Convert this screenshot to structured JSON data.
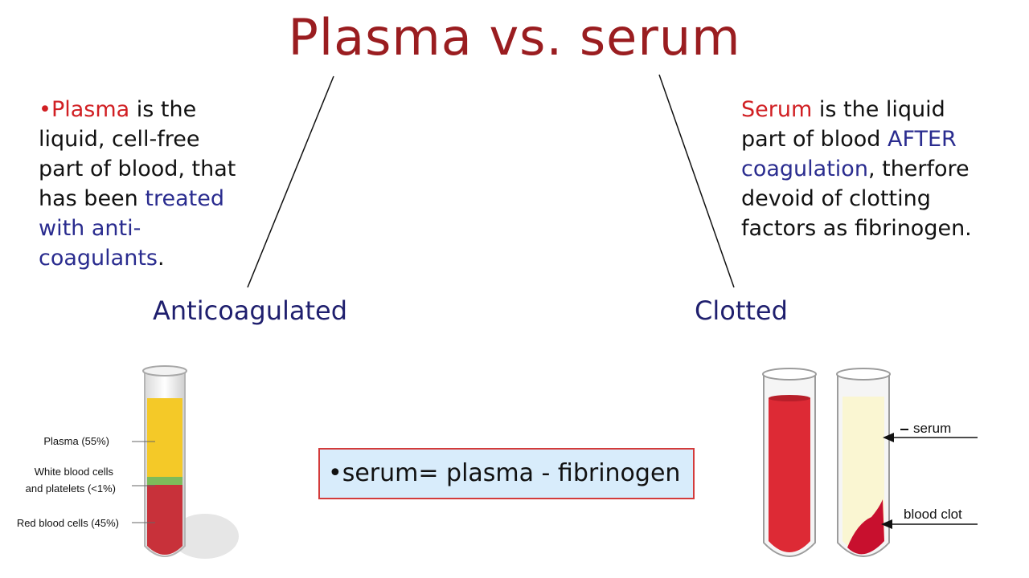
{
  "title": "Plasma vs. serum",
  "left_text": {
    "bullet": "•",
    "plasma_word": "Plasma",
    "line1_rest": " is the",
    "line2": "liquid, cell-free",
    "line3": "part of blood, that",
    "line4_start": "has been ",
    "line4_blue": "treated",
    "line5_blue": "with anti-",
    "line6_blue": "coagulants",
    "line6_end": "."
  },
  "right_text": {
    "serum_word": "Serum",
    "line1_rest": " is the liquid",
    "line2_start": "part of blood ",
    "line2_blue": "AFTER",
    "line3_blue": "coagulation",
    "line3_end": ", therfore",
    "line4": "devoid of clotting",
    "line5": "factors as fibrinogen."
  },
  "headings": {
    "left": "Anticoagulated",
    "right": "Clotted"
  },
  "formula": "•serum= plasma - fibrinogen",
  "left_tube_labels": {
    "plasma": "Plasma (55%)",
    "wbc_line1": "White blood cells",
    "wbc_line2": "and platelets (<1%)",
    "rbc": "Red blood cells (45%)"
  },
  "right_tube_labels": {
    "serum": "serum",
    "clot": "blood clot"
  },
  "colors": {
    "title": "#9a1d20",
    "red_text": "#d11f23",
    "blue_text": "#2a2c8f",
    "heading": "#1f1f6e",
    "box_fill": "#d8ecfb",
    "box_border": "#d33b3b",
    "plasma": "#f4c928",
    "rbc": "#c8313a",
    "serum": "#faf6d2",
    "clot": "#c8102e"
  }
}
